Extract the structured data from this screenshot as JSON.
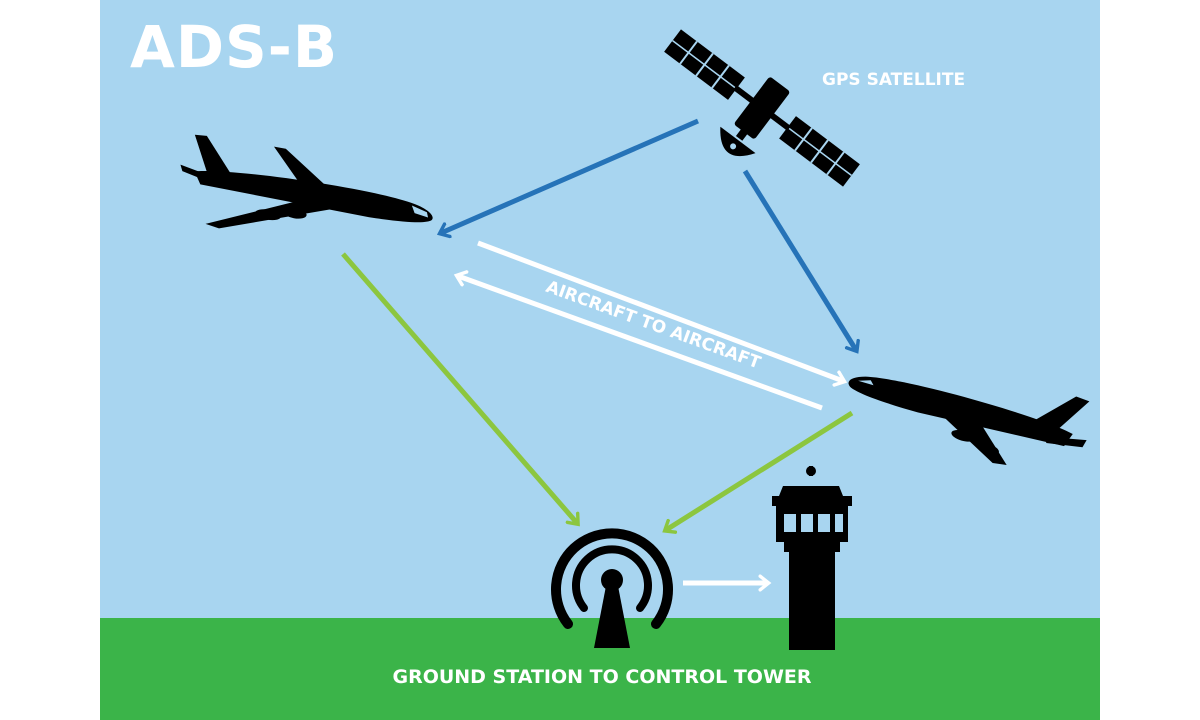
{
  "title": "ADS-B",
  "labels": {
    "gps_satellite": "GPS SATELLITE",
    "aircraft_to_aircraft": "AIRCRAFT TO AIRCRAFT",
    "ground_station_to_tower": "GROUND STATION TO CONTROL TOWER"
  },
  "colors": {
    "sky": "#a8d5f0",
    "ground": "#3bb449",
    "satellite_signal": "#2673b8",
    "ground_signal": "#8cc63f",
    "aircraft_signal": "#ffffff",
    "silhouette": "#000000"
  },
  "icons": [
    "satellite-icon",
    "airplane-icon",
    "radio-antenna-icon",
    "control-tower-icon"
  ]
}
